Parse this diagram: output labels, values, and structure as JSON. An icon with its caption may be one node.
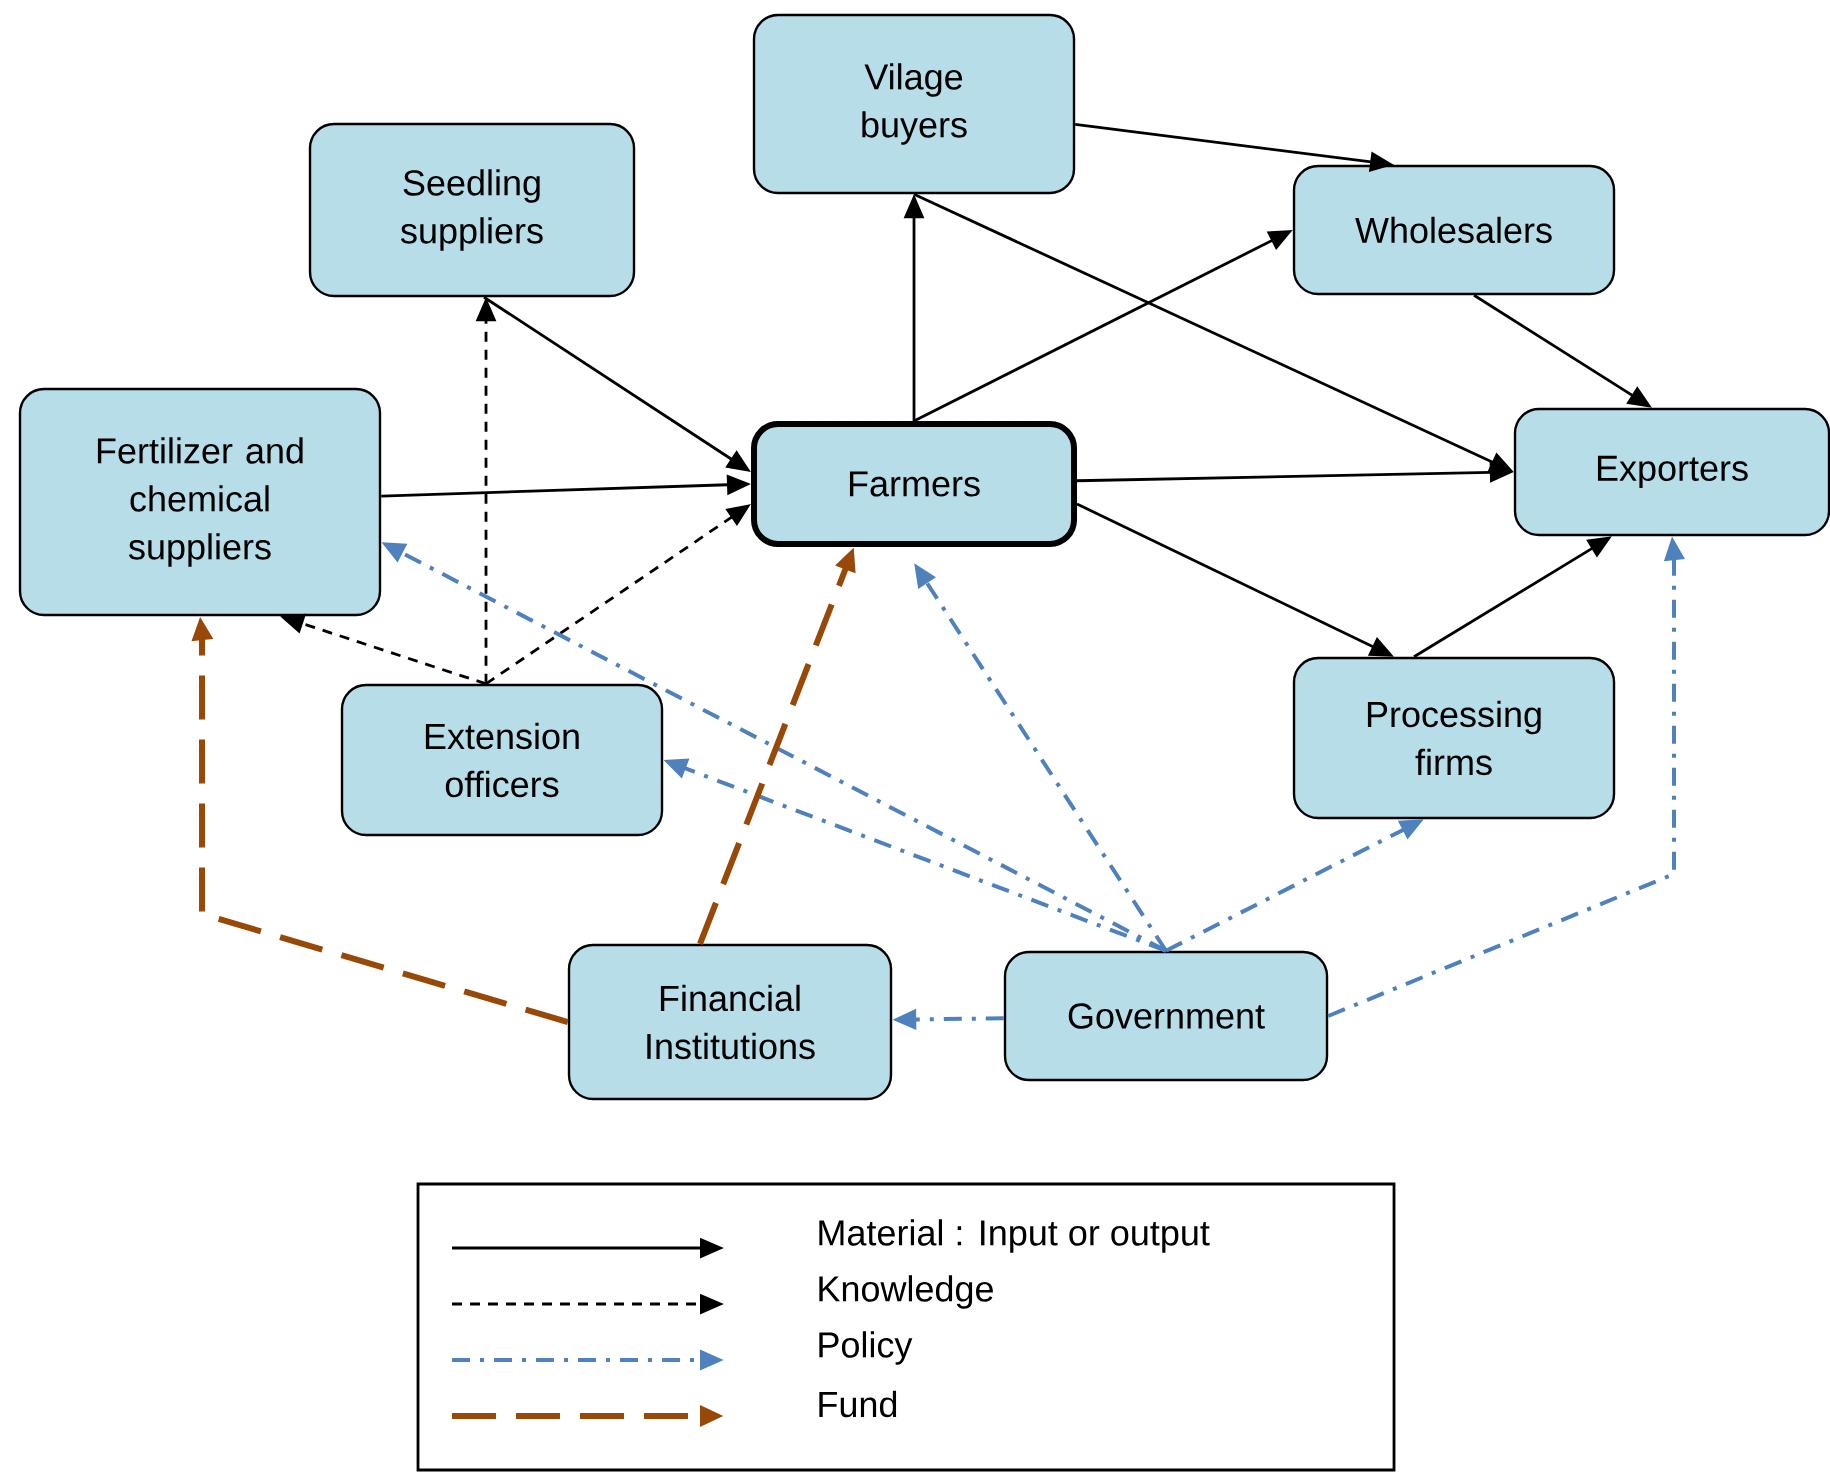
{
  "diagram": {
    "nodes": [
      {
        "text": [
          "Vilage buyers"
        ]
      },
      {
        "text": [
          "Seedling suppliers"
        ]
      },
      {
        "text": [
          "Wholesalers"
        ]
      },
      {
        "text": [
          "Fertilizer and chemical suppliers"
        ]
      },
      {
        "text": [
          "Farmers"
        ]
      },
      {
        "text": [
          "Exporters"
        ]
      },
      {
        "text": [
          "Extension officers"
        ]
      },
      {
        "text": [
          "Processing firms"
        ]
      },
      {
        "text": [
          "Financial Institutions"
        ]
      },
      {
        "text": [
          "Government"
        ]
      }
    ],
    "edges": [
      {
        "from": 1,
        "to": 4,
        "arrow": "to"
      },
      {
        "from": 3,
        "to": 4,
        "arrow": "to"
      },
      {
        "from": 4,
        "to": 0,
        "arrow": "to"
      },
      {
        "from": 0,
        "to": 2,
        "arrow": "to"
      },
      {
        "from": 4,
        "to": 2,
        "arrow": "to"
      },
      {
        "from": 0,
        "to": 5,
        "arrow": "to"
      },
      {
        "from": 4,
        "to": 5,
        "arrow": "to"
      },
      {
        "from": 4,
        "to": 7,
        "arrow": "to"
      },
      {
        "from": 2,
        "to": 5,
        "arrow": "to"
      },
      {
        "from": 7,
        "to": 5,
        "arrow": "to"
      },
      {
        "from": 6,
        "to": 1,
        "arrow": "to",
        "style": "dashed"
      },
      {
        "from": 6,
        "to": 3,
        "arrow": "to",
        "style": "dashed"
      },
      {
        "from": 6,
        "to": 4,
        "arrow": "to",
        "style": "dashed"
      },
      {
        "from": 9,
        "to": 3,
        "arrow": "to",
        "style": "dashed",
        "color": "#4f81bd"
      },
      {
        "from": 9,
        "to": 6,
        "arrow": "to",
        "style": "dashed",
        "color": "#4f81bd"
      },
      {
        "from": 9,
        "to": 4,
        "arrow": "to",
        "style": "dashed",
        "color": "#4f81bd"
      },
      {
        "from": 9,
        "to": 7,
        "arrow": "to",
        "style": "dashed",
        "color": "#4f81bd"
      },
      {
        "from": 9,
        "to": 5,
        "arrow": "to",
        "style": "dashed",
        "color": "#4f81bd"
      },
      {
        "from": 9,
        "to": 8,
        "arrow": "to",
        "style": "dashed",
        "color": "#4f81bd"
      },
      {
        "from": 8,
        "to": 3,
        "arrow": "to",
        "style": "dashed",
        "color": "#984807"
      },
      {
        "from": 8,
        "to": 4,
        "arrow": "to",
        "style": "dashed",
        "color": "#984807"
      }
    ],
    "legend": [
      {
        "text": "Material : Input or output"
      },
      {
        "text": "Knowledge"
      },
      {
        "text": "Policy"
      },
      {
        "text": "Fund"
      }
    ]
  }
}
